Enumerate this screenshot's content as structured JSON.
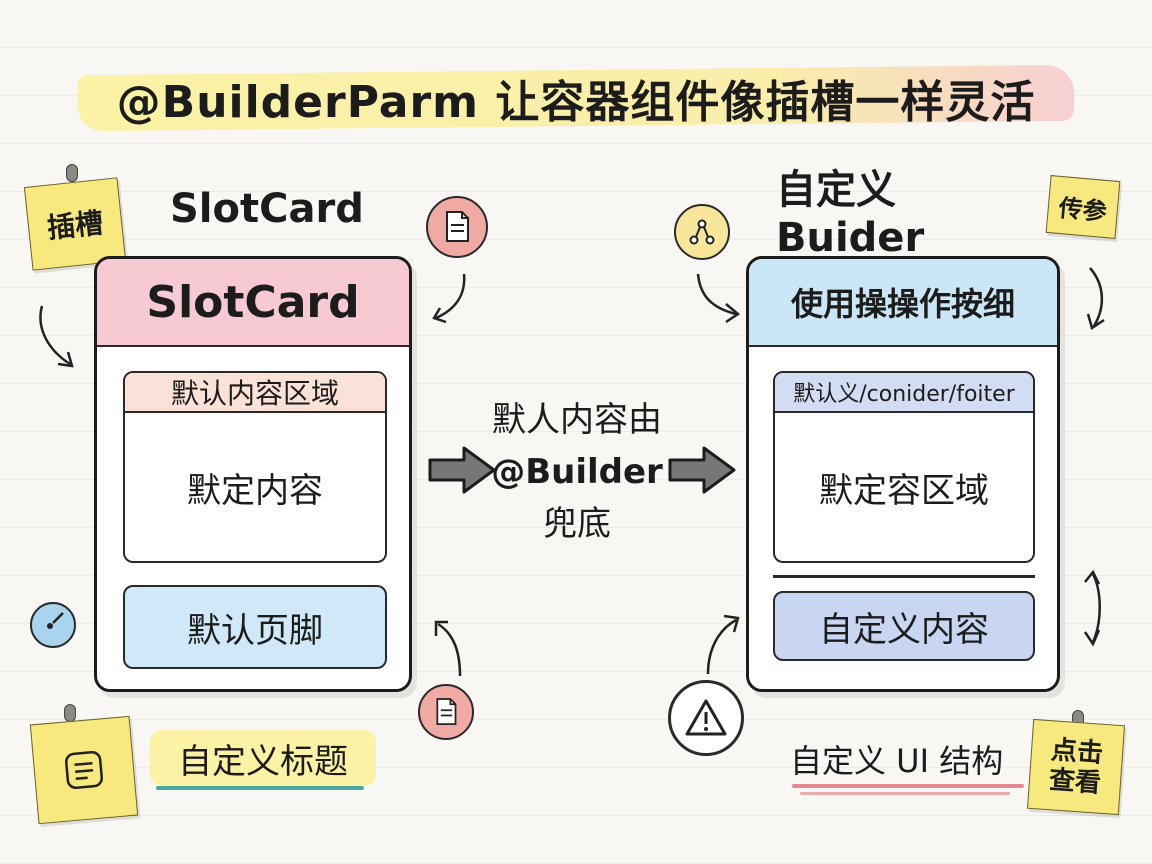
{
  "title": "@BuilderParm 让容器组件像插槽一样灵活",
  "left": {
    "sticky": "插槽",
    "heading": "SlotCard",
    "card_header": "SlotCard",
    "content_header": "默认内容区域",
    "content_body": "默定内容",
    "footer": "默认页脚",
    "bottom_label": "自定义标题"
  },
  "middle": {
    "line1": "默人内容由",
    "line2": "@Builder",
    "line3": "兜底"
  },
  "right": {
    "heading": "自定义 Buider",
    "sticky_top": "传参",
    "card_header": "使用操操作按细",
    "content_header": "默认义/conider/foiter",
    "content_body": "默定容区域",
    "footer": "自定义内容",
    "bottom_label": "自定义 UI 结构",
    "sticky_bottom_line1": "点击",
    "sticky_bottom_line2": "查看"
  },
  "icons": [
    "document-icon",
    "share-icon",
    "warning-icon",
    "magnifier-icon",
    "list-icon"
  ],
  "colors": {
    "title_highlight": "#fbf2a6",
    "sticky": "#f8e97e",
    "left_header": "#f6c9d3",
    "left_content_header": "#fbe2d8",
    "left_footer": "#cfe9f8",
    "right_header": "#cbe6f7",
    "right_content_header": "#d2dcf2",
    "right_footer": "#c8d6f1",
    "badge_pink": "#f1a9a4",
    "badge_yellow": "#f7e69a",
    "badge_blue": "#a9d4ee",
    "underline_teal": "#4aa6a0",
    "underline_pink": "#e68a92"
  }
}
